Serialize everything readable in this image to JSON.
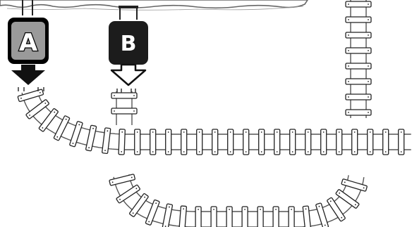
{
  "diagram": {
    "stations": [
      {
        "id": "A",
        "label": "A",
        "box_fill": "#9a9a9a",
        "arrow_style": "solid"
      },
      {
        "id": "B",
        "label": "B",
        "box_fill": "#1c1c1c",
        "arrow_style": "outline"
      }
    ],
    "track_color": "#555555",
    "tie_fill": "#ffffff"
  }
}
